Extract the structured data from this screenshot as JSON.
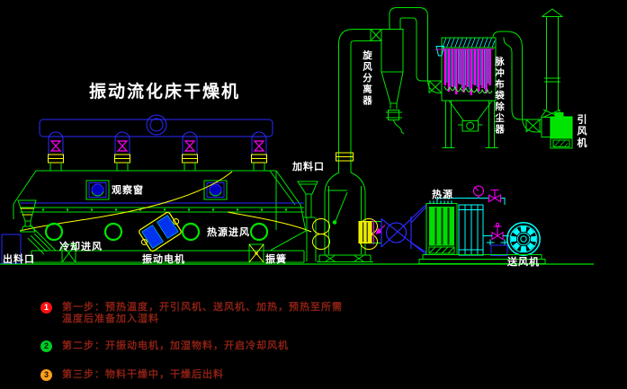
{
  "title": "振动流化床干燥机",
  "labels": {
    "feed_port": "加料口",
    "observation_window": "观察窗",
    "cooling_air_inlet": "冷却进风",
    "discharge_port": "出料口",
    "vibration_motor": "振动电机",
    "heat_source_air_inlet": "热源进风",
    "vibration_spring": "振簧",
    "cyclone_separator": "旋风分离器",
    "pulse_bag_dust_collector": "脉冲布袋除尘器",
    "induced_draft_fan": "引风机",
    "heat_source": "热源",
    "supply_fan": "送风机"
  },
  "steps": [
    {
      "num": "1",
      "badge_color": "#ff1010",
      "line1": "第一步：预热温度，开引风机、送风机、加热，预热至所需",
      "line2": "温度后准备加入湿料"
    },
    {
      "num": "2",
      "badge_color": "#00cc22",
      "line1": "第二步：开振动电机，加湿物料，开启冷却风机",
      "line2": ""
    },
    {
      "num": "3",
      "badge_color": "#ff9f1a",
      "line1": "第三步：物料干燥中，干燥后出料",
      "line2": ""
    }
  ],
  "colors": {
    "background": "#000000",
    "line_green": "#00e400",
    "line_blue": "#2a2aff",
    "line_yellow": "#ffff00",
    "line_magenta": "#ff00ff",
    "line_cyan": "#00ffff",
    "label_text": "#ffffff",
    "step_text": "#8b2014"
  }
}
